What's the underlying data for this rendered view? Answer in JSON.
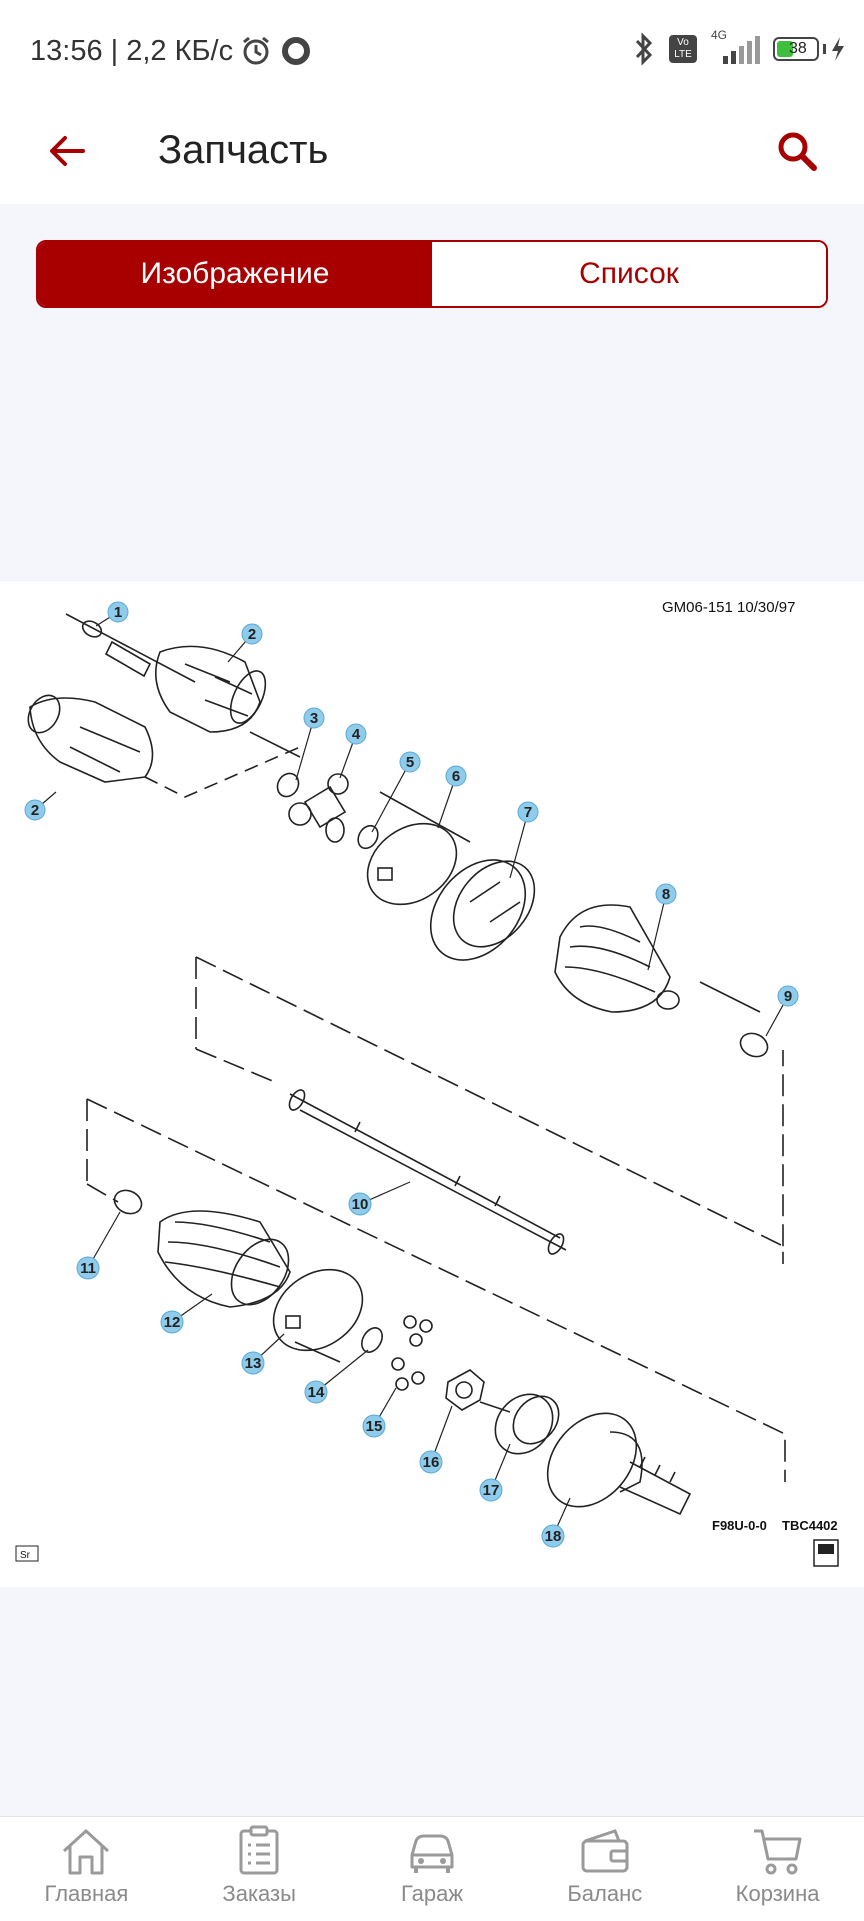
{
  "status_bar": {
    "time_speed": "13:56 | 2,2 КБ/с",
    "network": "4G",
    "volte": "Vo LTE",
    "battery": "38"
  },
  "app_bar": {
    "title": "Запчасть"
  },
  "tabs": [
    {
      "label": "Изображение",
      "active": true
    },
    {
      "label": "Список",
      "active": false
    }
  ],
  "diagram": {
    "ref_top": "GM06-151  10/30/97",
    "ref_bottom_1": "F98U-0-0",
    "ref_bottom_2": "TBC4402",
    "corner_tag": "Sr",
    "callouts": [
      "1",
      "2",
      "2",
      "3",
      "4",
      "5",
      "6",
      "7",
      "8",
      "9",
      "10",
      "11",
      "12",
      "13",
      "14",
      "15",
      "16",
      "17",
      "18"
    ]
  },
  "bottom_nav": [
    {
      "label": "Главная",
      "icon": "home-icon"
    },
    {
      "label": "Заказы",
      "icon": "orders-icon"
    },
    {
      "label": "Гараж",
      "icon": "car-icon"
    },
    {
      "label": "Баланс",
      "icon": "wallet-icon"
    },
    {
      "label": "Корзина",
      "icon": "cart-icon"
    }
  ],
  "colors": {
    "accent": "#a80000",
    "callout": "#8fcbea",
    "nav_inactive": "#8a8a8a",
    "background": "#f5f6fb"
  }
}
